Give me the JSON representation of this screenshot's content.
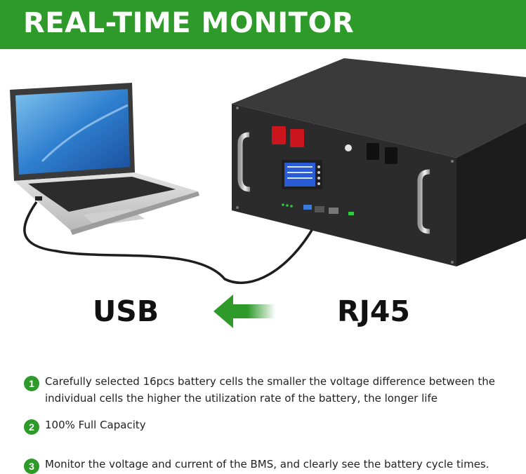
{
  "banner": {
    "title": "REAL-TIME MONITOR"
  },
  "labels": {
    "left": "USB",
    "right": "RJ45"
  },
  "features": [
    {
      "num": "1",
      "text": "Carefully selected 16pcs battery cells the smaller the voltage difference between the individual cells the higher the utilization rate of the battery, the longer life"
    },
    {
      "num": "2",
      "text": "100% Full Capacity"
    },
    {
      "num": "3",
      "text": "Monitor the voltage and current of the BMS, and clearly see the battery cycle times."
    }
  ],
  "colors": {
    "accent": "#2e9a2a",
    "battery": "#2b2b2b",
    "terminal": "#c9151b"
  },
  "icons": {
    "arrow": "arrow-left-icon",
    "laptop": "laptop-icon",
    "battery": "battery-pack-icon"
  }
}
